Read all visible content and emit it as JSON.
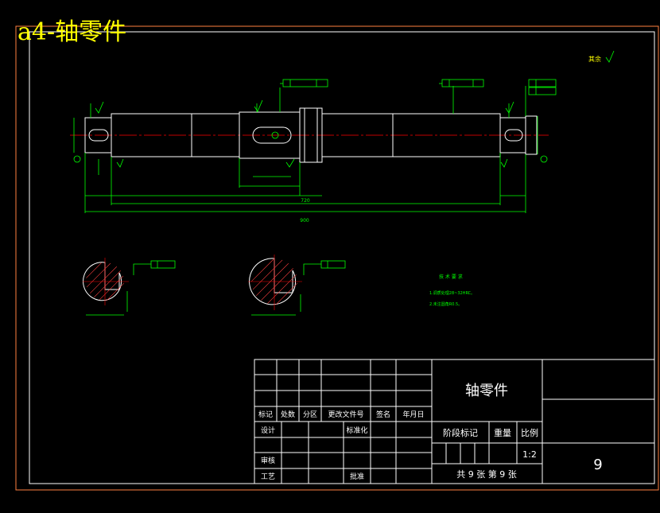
{
  "overlay_title": "a4-轴零件",
  "roughness_note": "其余",
  "tech_requirements": {
    "title": "技 术 要 求",
    "items": [
      "1.调质处理28~32HRC。",
      "2.未注圆角R0.5。"
    ]
  },
  "dimensions": {
    "overall_length": "900",
    "sub_length": "720"
  },
  "title_block": {
    "part_name": "轴零件",
    "scale_value": "1:2",
    "sheet_number": "9",
    "sheet_count": "共 9 张   第 9 张",
    "rev_headers": [
      "标记",
      "处数",
      "分区",
      "更改文件号",
      "签名",
      "年月日"
    ],
    "sign_labels": {
      "design": "设计",
      "standardize": "标准化",
      "review": "审核",
      "process": "工艺",
      "approve": "批准"
    },
    "stage_label": "阶段标记",
    "weight_label": "重量",
    "scale_label": "比例"
  },
  "colors": {
    "background": "#000000",
    "frame": "#ff8040",
    "geometry": "#ffffff",
    "dimension": "#00ff00",
    "centerline": "#ff0000",
    "overlay": "#ffff00"
  }
}
